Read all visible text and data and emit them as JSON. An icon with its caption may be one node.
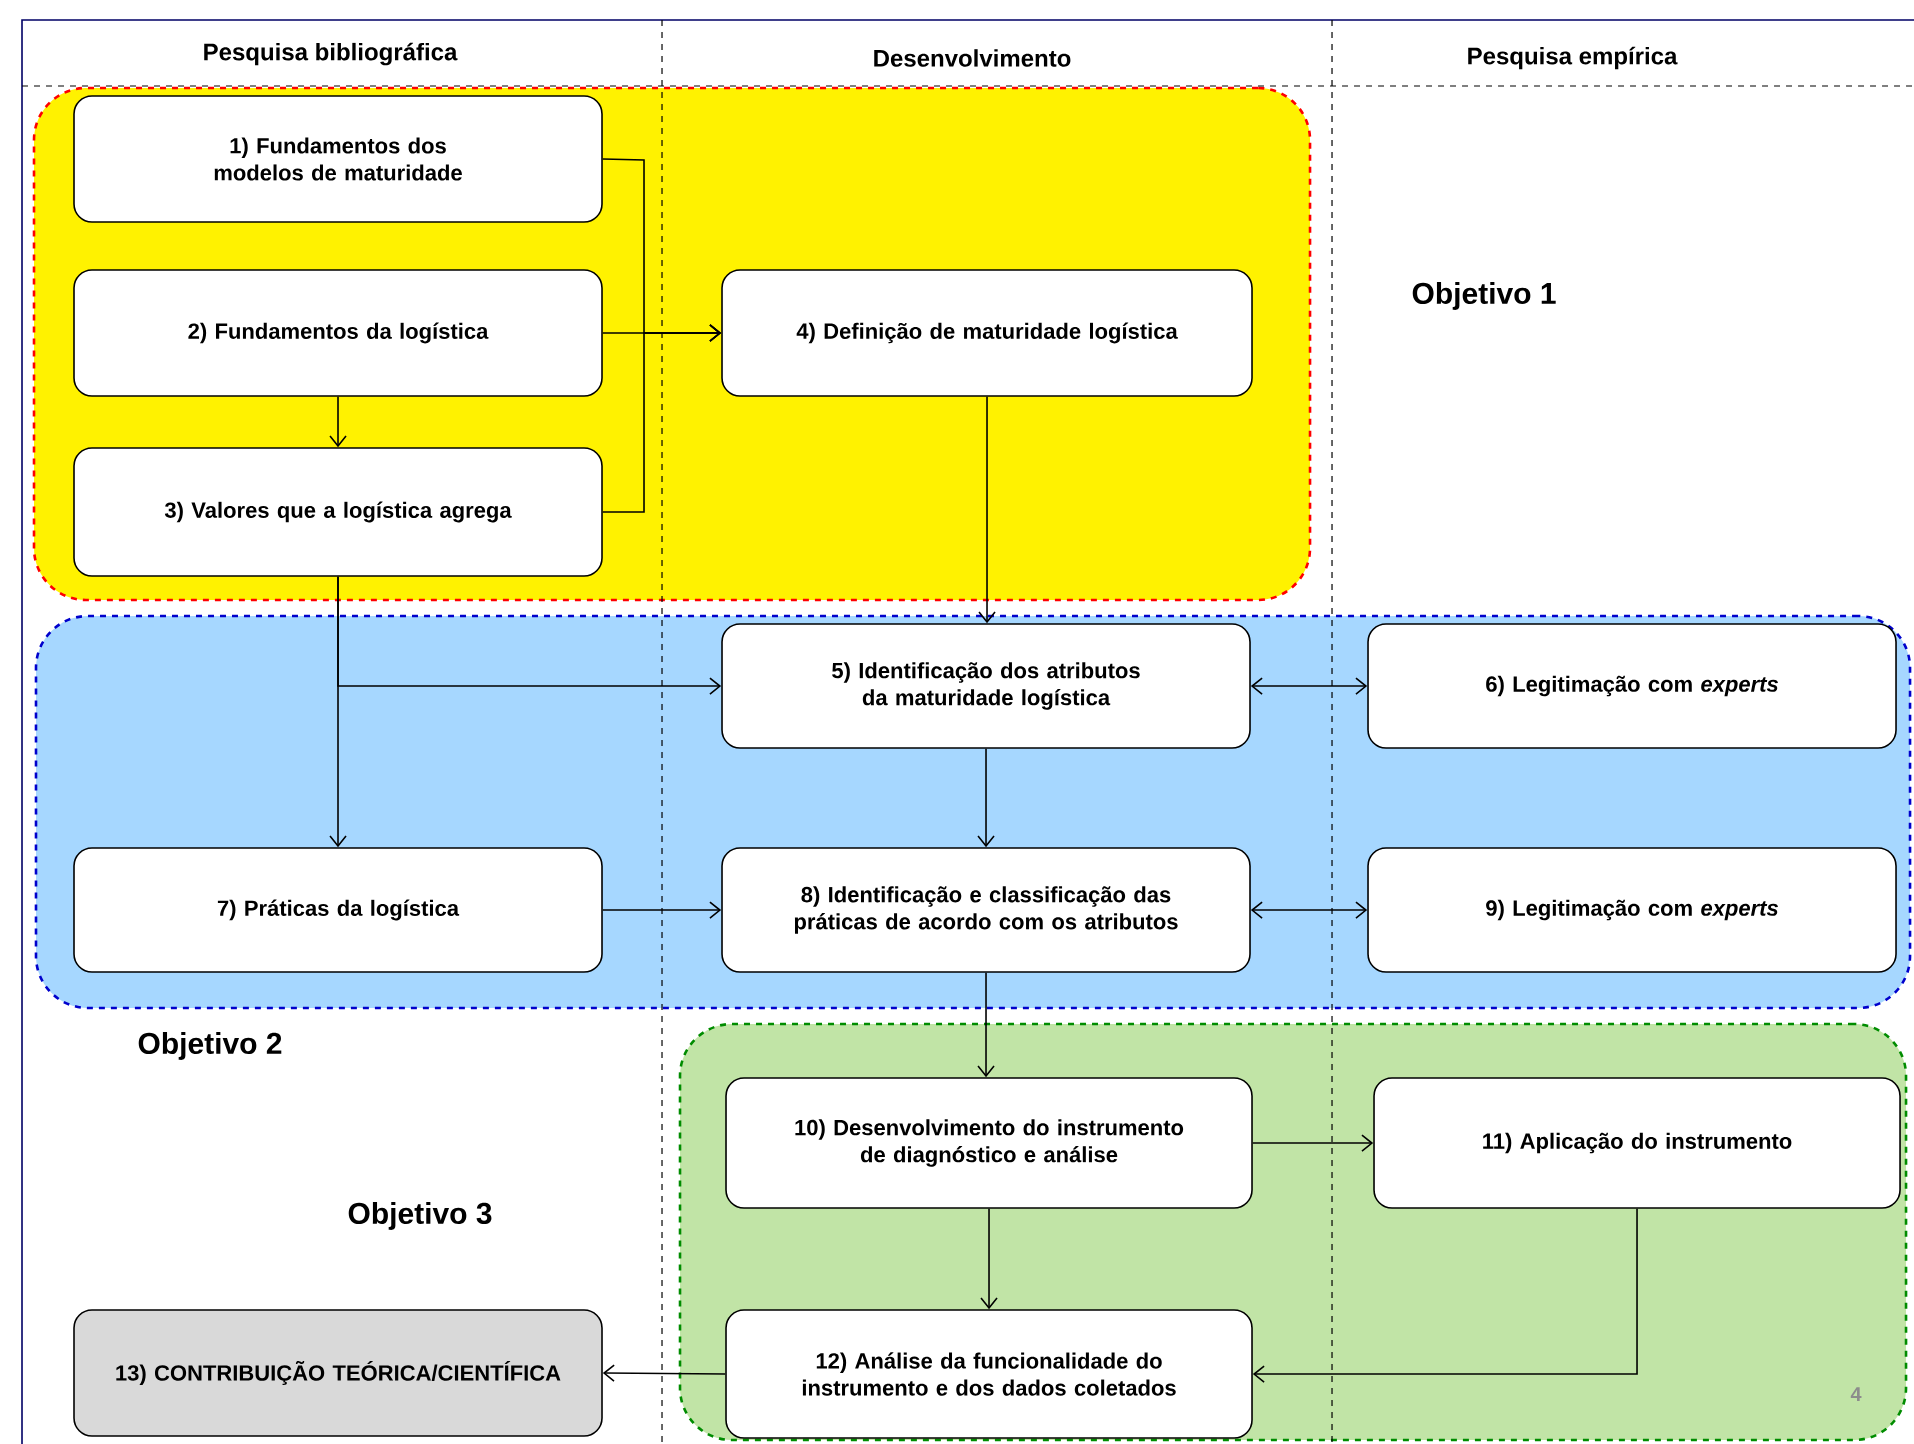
{
  "diagram": {
    "nodes": [
      {
        "text": [],
        "shape": "box"
      },
      {
        "text": [
          "1) Fundamentos dos modelos de maturidade"
        ],
        "in": 0
      },
      {
        "text": [
          "2) Fundamentos da logística"
        ],
        "in": 0
      },
      {
        "text": [
          "3) Valores que a logística agrega"
        ],
        "in": 0
      },
      {
        "text": [
          "4) Definição de maturidade logística"
        ],
        "in": 0
      },
      {
        "text": [],
        "shape": "box"
      },
      {
        "text": [
          "5) Identificação dos atributos da maturidade logística"
        ],
        "in": 5
      },
      {
        "text": [
          "6) Legitimação com *experts*"
        ],
        "in": 5
      },
      {
        "text": [
          "7) Práticas da logística"
        ],
        "in": 5
      },
      {
        "text": [
          "8) Identificação e classificação das práticas de acordo com os atributos"
        ],
        "in": 5
      },
      {
        "text": [
          "9) Legitimação com *experts*"
        ],
        "in": 5
      },
      {
        "text": [],
        "shape": "box"
      },
      {
        "text": [
          "10) Desenvolvimento do instrumento de diagnóstico e análise"
        ],
        "in": 11
      },
      {
        "text": [
          "11) Aplicação do instrumento"
        ],
        "in": 11
      },
      {
        "text": [
          "12) Análise da funcionalidade do instrumento e dos dados coletados"
        ],
        "in": 11
      },
      {
        "text": [
          "13) CONTRIBUIÇÃO TEÓRICA/CIENTÍFICA"
        ]
      }
    ],
    "edges": [
      {
        "from": 1,
        "to": 4,
        "arrow": "to"
      },
      {
        "from": 2,
        "to": 4,
        "arrow": "to"
      },
      {
        "from": 3,
        "to": 4,
        "arrow": "to"
      },
      {
        "from": 2,
        "to": 3,
        "arrow": "to"
      },
      {
        "from": 4,
        "to": 6,
        "arrow": "to"
      },
      {
        "from": 3,
        "to": 6,
        "arrow": "to"
      },
      {
        "from": 3,
        "to": 8,
        "arrow": "to"
      },
      {
        "from": 6,
        "to": 7,
        "arrow": "both"
      },
      {
        "from": 6,
        "to": 9,
        "arrow": "to"
      },
      {
        "from": 8,
        "to": 9,
        "arrow": "to"
      },
      {
        "from": 9,
        "to": 10,
        "arrow": "both"
      },
      {
        "from": 9,
        "to": 12,
        "arrow": "to"
      },
      {
        "from": 12,
        "to": 13,
        "arrow": "to"
      },
      {
        "from": 12,
        "to": 14,
        "arrow": "to"
      },
      {
        "from": 13,
        "to": 14,
        "arrow": "to"
      },
      {
        "from": 14,
        "to": 15,
        "arrow": "to"
      }
    ],
    "labels": [
      "Pesquisa bibliográfica",
      "Desenvolvimento",
      "Pesquisa empírica",
      "Objetivo 1",
      "Objetivo 2",
      "Objetivo 3",
      "4"
    ]
  }
}
